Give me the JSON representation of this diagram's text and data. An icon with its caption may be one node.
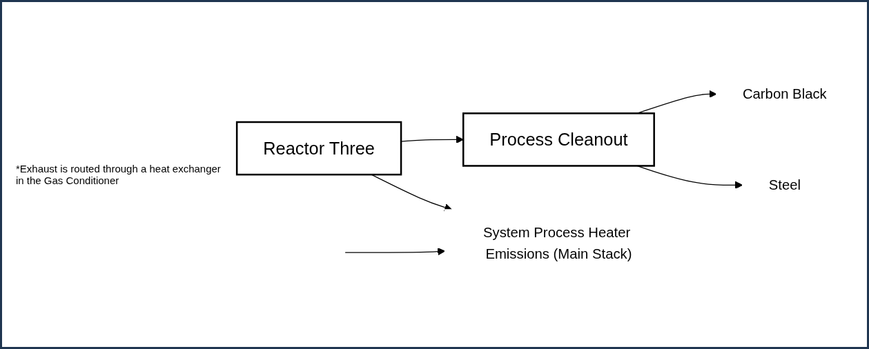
{
  "diagram": {
    "nodes": [
      {
        "text": [
          "Reactor Three"
        ]
      },
      {
        "text": [
          "Process Cleanout"
        ]
      },
      {
        "text": [
          "System Process Heater Emissions (Main Stack)"
        ]
      },
      {
        "text": [
          "Carbon Black"
        ]
      },
      {
        "text": [
          "Steel"
        ]
      }
    ],
    "edges": [
      {
        "from": null,
        "to": 2,
        "arrow": "to"
      },
      {
        "from": 0,
        "to": 2,
        "arrow": "to"
      },
      {
        "from": 0,
        "to": 1,
        "arrow": "to"
      },
      {
        "from": 1,
        "to": 3,
        "arrow": "to"
      },
      {
        "from": 1,
        "to": 4,
        "arrow": "to"
      }
    ],
    "labels": [
      "*Exhaust is routed through a heat exchanger in the Gas Conditioner"
    ]
  }
}
